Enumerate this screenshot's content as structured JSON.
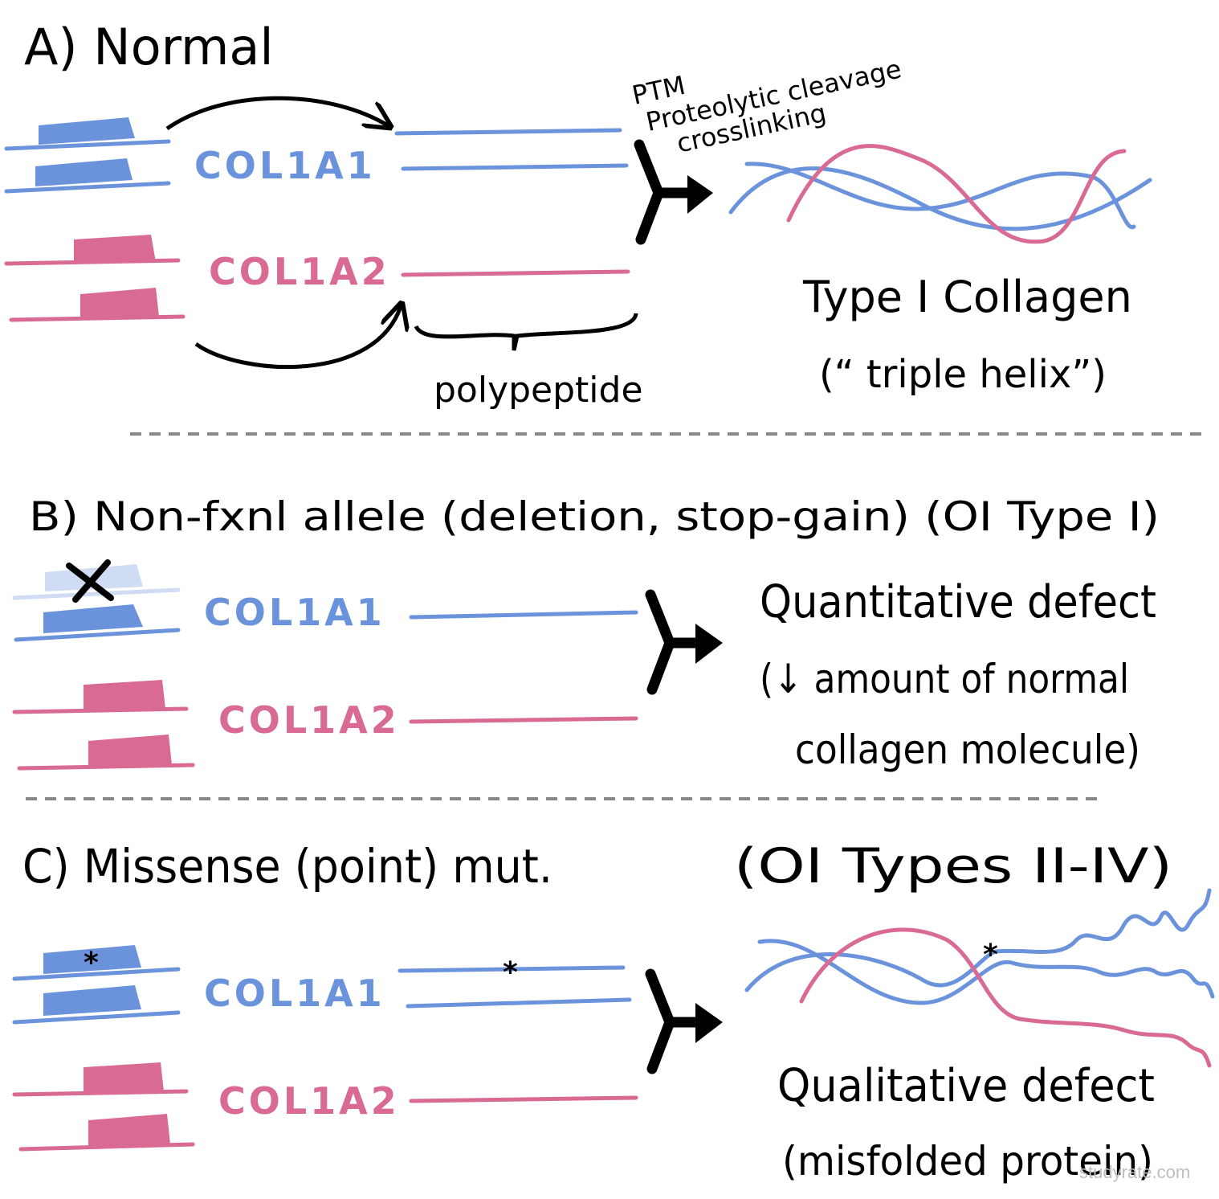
{
  "colors": {
    "blue": "#6b93dc",
    "blue_faded": "#cfdcf3",
    "pink": "#d96a93",
    "ink": "#000000",
    "divider": "#888888",
    "watermark": "#bdbdbd"
  },
  "sections": {
    "a": {
      "title": "A) Normal",
      "gene1": "COL1A1",
      "gene2": "COL1A2",
      "ptm_label": "PTM",
      "cleavage_label": "Proteolytic cleavage",
      "crosslink_label": "crosslinking",
      "polypeptide_label": "polypeptide",
      "result_title": "Type I Collagen",
      "result_sub": "(“ triple helix”)"
    },
    "b": {
      "title": "B) Non-fxnl allele (deletion, stop-gain) (OI Type I)",
      "gene1": "COL1A1",
      "gene2": "COL1A2",
      "result_title": "Quantitative defect",
      "result_line2": "(↓ amount of normal",
      "result_line3": "collagen molecule)"
    },
    "c": {
      "title": "C) Missense (point) mut.",
      "types_label": "(OI Types II-IV)",
      "gene1": "COL1A1",
      "gene2": "COL1A2",
      "result_title": "Qualitative defect",
      "result_sub": "(misfolded protein)"
    }
  },
  "watermark": "studyrate.com"
}
